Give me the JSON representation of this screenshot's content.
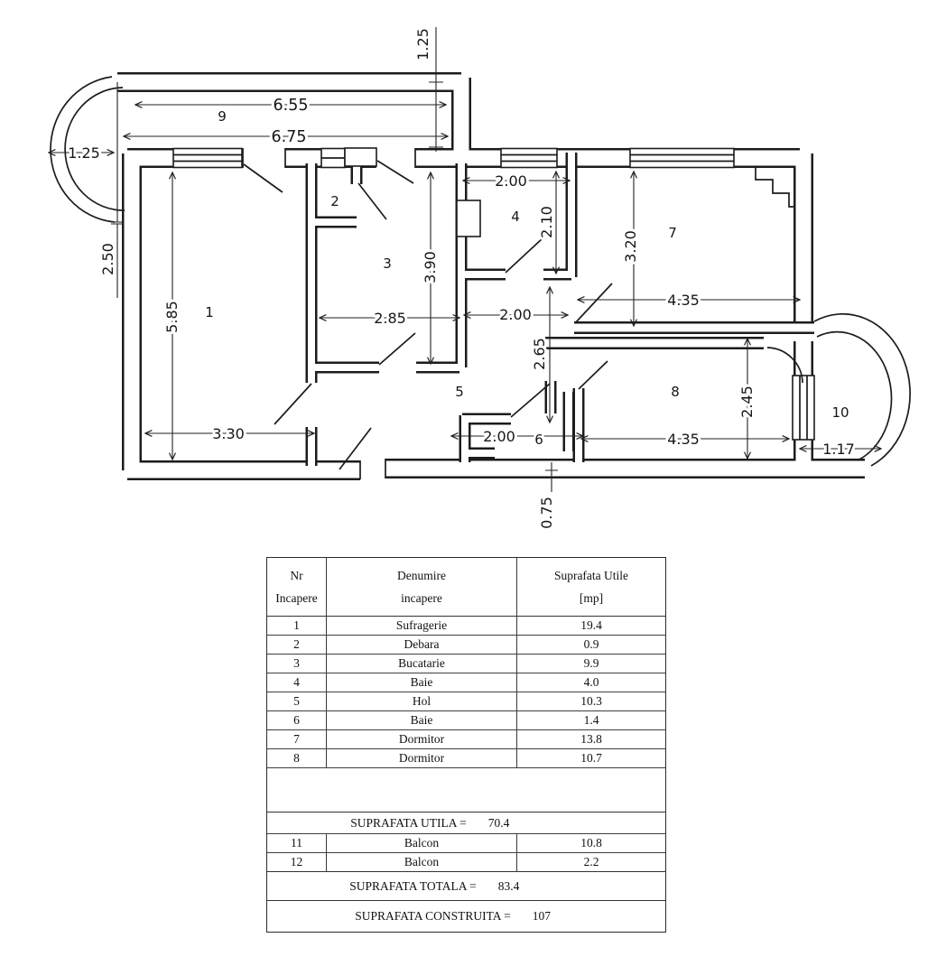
{
  "plan": {
    "rooms": {
      "n1": "1",
      "n2": "2",
      "n3": "3",
      "n4": "4",
      "n5": "5",
      "n6": "6",
      "n7": "7",
      "n8": "8",
      "n9": "9",
      "n10": "10"
    },
    "dims": {
      "d655": "6.55",
      "d675": "6.75",
      "d125_top": "1.25",
      "d125_left": "1.25",
      "d250": "2.50",
      "d585": "5.85",
      "d330": "3.30",
      "d285": "2.85",
      "d390": "3.90",
      "d200_r4": "2.00",
      "d210": "2.10",
      "d320": "3.20",
      "d435_r7": "4.35",
      "d200_mid": "2.00",
      "d265": "2.65",
      "d200_r6": "2.00",
      "d075": "0.75",
      "d435_r8": "4.35",
      "d245": "2.45",
      "d117": "1.17"
    }
  },
  "table": {
    "h1a": "Nr",
    "h1b": "Incapere",
    "h2a": "Denumire",
    "h2b": "incapere",
    "h3a": "Suprafata Utile",
    "h3b": "[mp]",
    "rows": [
      {
        "nr": "1",
        "name": "Sufragerie",
        "area": "19.4"
      },
      {
        "nr": "2",
        "name": "Debara",
        "area": "0.9"
      },
      {
        "nr": "3",
        "name": "Bucatarie",
        "area": "9.9"
      },
      {
        "nr": "4",
        "name": "Baie",
        "area": "4.0"
      },
      {
        "nr": "5",
        "name": "Hol",
        "area": "10.3"
      },
      {
        "nr": "6",
        "name": "Baie",
        "area": "1.4"
      },
      {
        "nr": "7",
        "name": "Dormitor",
        "area": "13.8"
      },
      {
        "nr": "8",
        "name": "Dormitor",
        "area": "10.7"
      }
    ],
    "utila_label": "SUPRAFATA UTILA =",
    "utila_value": "70.4",
    "balcony_rows": [
      {
        "nr": "11",
        "name": "Balcon",
        "area": "10.8"
      },
      {
        "nr": "12",
        "name": "Balcon",
        "area": "2.2"
      }
    ],
    "totala_label": "SUPRAFATA TOTALA =",
    "totala_value": "83.4",
    "construita_label": "SUPRAFATA CONSTRUITA =",
    "construita_value": "107"
  }
}
